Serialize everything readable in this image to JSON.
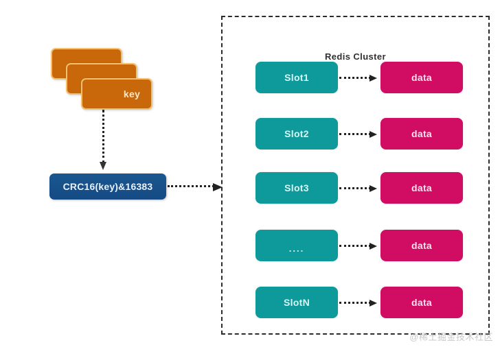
{
  "diagram": {
    "title": "Redis Cluster key slot mapping",
    "colors": {
      "key_card": "#c9680a",
      "key_card_border": "#f0c070",
      "crc_box": "#17508f",
      "slot_box": "#0e9a9a",
      "data_box": "#d00d62",
      "cluster_border": "#2b2b2b",
      "watermark": "#c9c9c9"
    }
  },
  "keys": {
    "label": "key",
    "stack_count": 3
  },
  "hash": {
    "label": "CRC16(key)&16383"
  },
  "cluster": {
    "title": "Redis Cluster",
    "rows": [
      {
        "slot": "Slot1",
        "data": "data"
      },
      {
        "slot": "Slot2",
        "data": "data"
      },
      {
        "slot": "Slot3",
        "data": "data"
      },
      {
        "slot": "....",
        "data": "data"
      },
      {
        "slot": "SlotN",
        "data": "data"
      }
    ]
  },
  "watermark": {
    "text": "@稀土掘金技术社区"
  }
}
